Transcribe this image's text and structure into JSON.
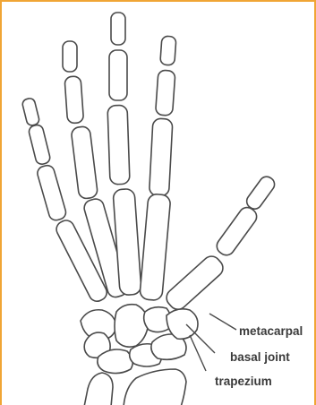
{
  "diagram": {
    "labels": {
      "metacarpal": "metacarpal",
      "basal_joint": "basal joint",
      "trapezium": "trapezium"
    },
    "colors": {
      "frame_border": "#f0a535",
      "bone_stroke": "#4a4a4a",
      "label_text": "#3b3b3b"
    }
  }
}
